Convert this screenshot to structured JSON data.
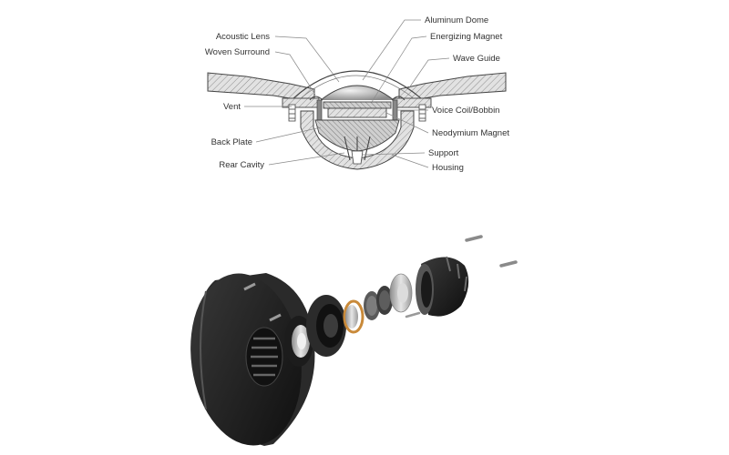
{
  "figure": {
    "cross_section_labels_left": [
      "Acoustic Lens",
      "Woven Surround",
      "Vent",
      "Back Plate",
      "Rear Cavity"
    ],
    "cross_section_labels_right": [
      "Aluminum Dome",
      "Energizing Magnet",
      "Wave Guide",
      "Voice Coil/Bobbin",
      "Neodymium Magnet",
      "Support",
      "Housing"
    ]
  },
  "colors": {
    "line": "#444444",
    "hatch_fill": "#d9d9d9",
    "label_text": "#333333",
    "exploded_dark": "#1a1a1a",
    "exploded_metal": "#c8c8c8",
    "voice_coil_ring": "#c98a3a"
  }
}
